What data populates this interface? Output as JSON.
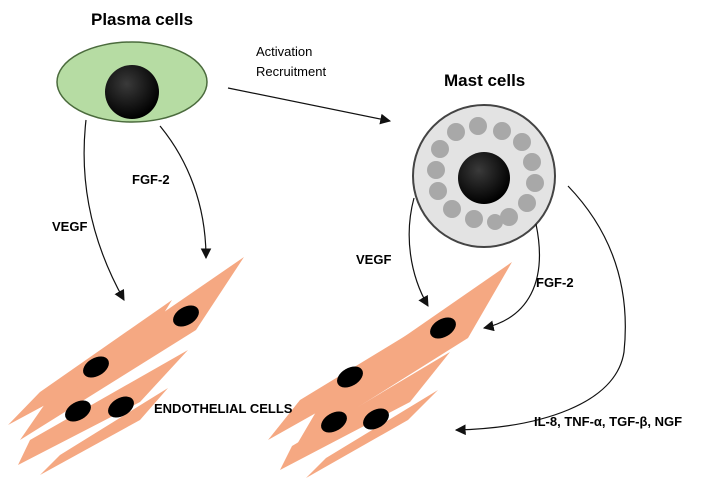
{
  "labels": {
    "plasma_cells": "Plasma cells",
    "mast_cells": "Mast cells",
    "activation": "Activation",
    "recruitment": "Recruitment",
    "vegf_left": "VEGF",
    "fgf2_left": "FGF-2",
    "vegf_right": "VEGF",
    "fgf2_right": "FGF-2",
    "endothelial": "ENDOTHELIAL CELLS",
    "cytokines": "IL-8, TNF-α, TGF-β, NGF"
  },
  "colors": {
    "plasma_fill": "#b6dca3",
    "plasma_stroke": "#4b6b3d",
    "mast_fill": "#e3e3e3",
    "mast_stroke": "#444444",
    "granule": "#a8a8a8",
    "endothelial_fill": "#f5a882",
    "nucleus": "#000000"
  }
}
